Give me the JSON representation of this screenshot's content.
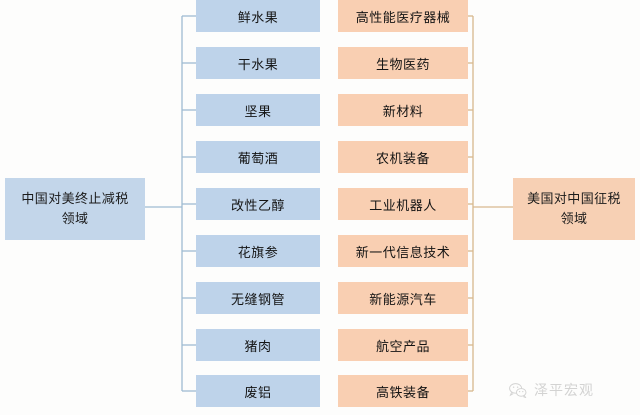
{
  "diagram": {
    "type": "tree",
    "colors": {
      "blue_fill": "#bed3ea",
      "blue_label_fill": "#c3d6ea",
      "orange_fill": "#f9cfb2",
      "orange_label_fill": "#f7d0b4",
      "blue_line": "#9fbcd2",
      "orange_line": "#d8b98e",
      "background": "#fdfdfc",
      "text": "#141414"
    },
    "left_label": "中国对美终止减税领域",
    "right_label": "美国对中国征税领域",
    "left_items": [
      "鲜水果",
      "干水果",
      "坚果",
      "葡萄酒",
      "改性乙醇",
      "花旗参",
      "无缝钢管",
      "猪肉",
      "废铝"
    ],
    "right_items": [
      "高性能医疗器械",
      "生物医药",
      "新材料",
      "农机装备",
      "工业机器人",
      "新一代信息技术",
      "新能源汽车",
      "航空产品",
      "高铁装备"
    ]
  },
  "watermark": {
    "text": "泽平宏观",
    "icon": "wechat-icon"
  }
}
